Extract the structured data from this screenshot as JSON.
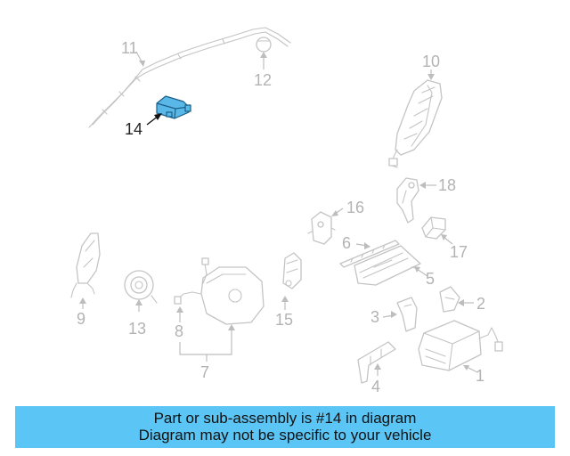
{
  "diagram": {
    "highlighted_part": "14",
    "highlight_color": "#5ab8e8",
    "callouts": {
      "c1": "1",
      "c2": "2",
      "c3": "3",
      "c4": "4",
      "c5": "5",
      "c6": "6",
      "c7": "7",
      "c8": "8",
      "c9": "9",
      "c10": "10",
      "c11": "11",
      "c12": "12",
      "c13": "13",
      "c14": "14",
      "c15": "15",
      "c16": "16",
      "c17": "17",
      "c18": "18"
    }
  },
  "banner": {
    "line1": "Part or sub-assembly is #14 in diagram",
    "line2": "Diagram may not be specific to your vehicle",
    "background": "#5bc6f5"
  }
}
